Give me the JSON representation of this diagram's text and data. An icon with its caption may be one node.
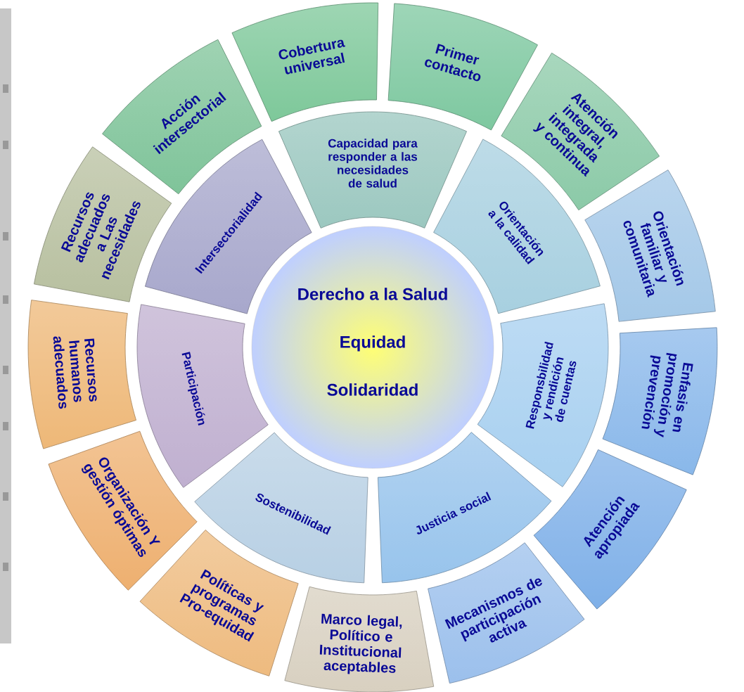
{
  "diagram": {
    "nodes": [
      {
        "text": [
          "Derecho a la Salud",
          "Equidad",
          "Solidaridad"
        ]
      },
      {
        "text": [
          "Capacidad para responder a las necesidades de salud"
        ]
      },
      {
        "text": [
          "Orientación a la calidad"
        ]
      },
      {
        "text": [
          "Responsbilidad y rendición de cuentas"
        ]
      },
      {
        "text": [
          "Justicia social"
        ]
      },
      {
        "text": [
          "Sostenibilidad"
        ]
      },
      {
        "text": [
          "Participación"
        ]
      },
      {
        "text": [
          "Intersectorialidad"
        ]
      },
      {
        "text": [
          "Cobertura universal"
        ]
      },
      {
        "text": [
          "Primer contacto"
        ]
      },
      {
        "text": [
          "Atención integral, integrada y continua"
        ]
      },
      {
        "text": [
          "Orientación familiar y comunitaria"
        ]
      },
      {
        "text": [
          "Enfasis en promoción y prevención"
        ]
      },
      {
        "text": [
          "Atención apropiada"
        ]
      },
      {
        "text": [
          "Mecanismos de participación activa"
        ]
      },
      {
        "text": [
          "Marco legal, Político e Institucional aceptables"
        ]
      },
      {
        "text": [
          "Políticas y programas Pro-equidad"
        ]
      },
      {
        "text": [
          "Organización Y gestión óptimas"
        ]
      },
      {
        "text": [
          "Recursos humanos adecuados"
        ]
      },
      {
        "text": [
          "Recursos adecuados a Las necesidades"
        ]
      },
      {
        "text": [
          "Acción intersectorial"
        ]
      }
    ]
  }
}
